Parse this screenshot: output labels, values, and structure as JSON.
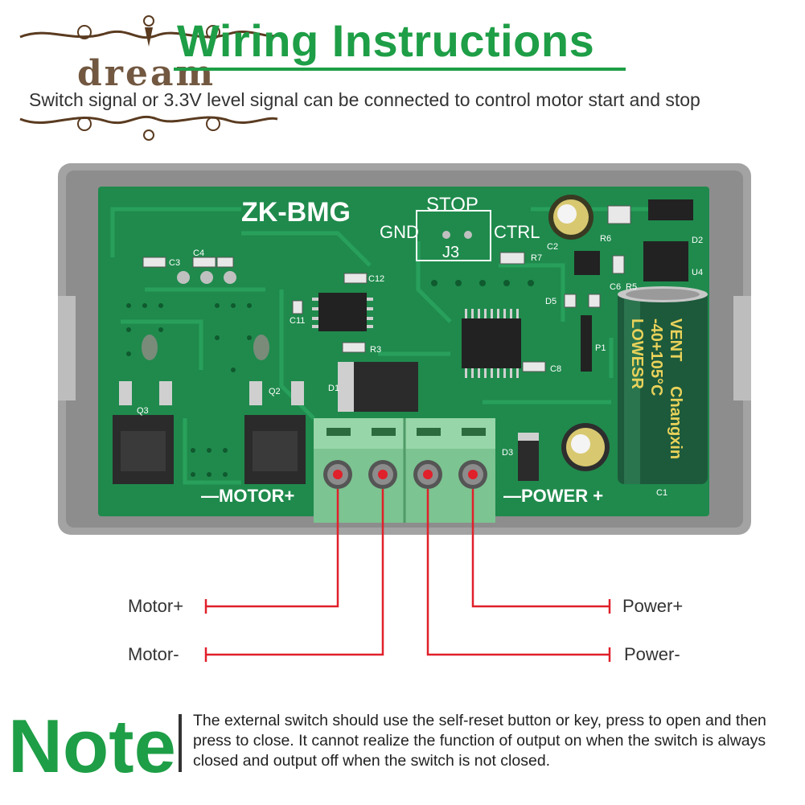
{
  "watermark": "dream",
  "header": {
    "title": "Wiring Instructions",
    "subtitle": "Switch signal or 3.3V level signal can be connected to control motor start and stop"
  },
  "board": {
    "model": "ZK-BMG",
    "stop_label": "STOP",
    "gnd_label": "GND",
    "ctrl_label": "CTRL",
    "j3_label": "J3",
    "motor_label": "—MOTOR+",
    "power_label": "—POWER +",
    "silk_labels": [
      "C3",
      "C4",
      "C12",
      "C11",
      "R3",
      "D1",
      "Q2",
      "Q3",
      "C2",
      "R6",
      "D2",
      "U4",
      "R7",
      "C6",
      "R5",
      "D5",
      "P1",
      "C8",
      "D3",
      "C1"
    ],
    "cap_text_1": "VENT",
    "cap_text_2": "-40+105°C",
    "cap_text_3": "LOWESR",
    "cap_brand": "Changxin"
  },
  "wiring": {
    "motor_plus": "Motor+",
    "motor_minus": "Motor-",
    "power_plus": "Power+",
    "power_minus": "Power-",
    "wire_color": "#e0202a"
  },
  "note": {
    "heading": "Note",
    "text": "The external switch should use the self-reset button or key, press to open and then press to close. It cannot realize the function of output on when the switch is always closed and output off when the switch is not closed."
  },
  "colors": {
    "accent_green": "#1e9e46",
    "pcb_green": "#1f8a4c",
    "enclosure_gray": "#9a9a9a",
    "terminal_green": "#8fd0a0"
  }
}
